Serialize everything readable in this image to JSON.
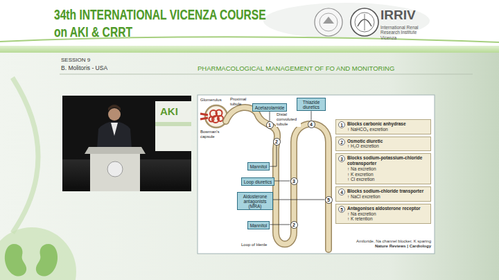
{
  "diagram": {
    "title": "34th INTERNATIONAL VICENZA COURSE",
    "nodes": [
      {
        "text": [
          "Acetazolamide"
        ]
      },
      {
        "text": [
          "Thiazide diuretics"
        ]
      },
      {
        "text": [
          "1"
        ]
      },
      {
        "text": [
          "4"
        ]
      },
      {
        "text": [
          "2"
        ]
      },
      {
        "text": [
          "Mannitol"
        ]
      },
      {
        "text": [
          "Loop diuretics"
        ]
      },
      {
        "text": [
          "3"
        ]
      },
      {
        "text": [
          "Aldosterone antagonists (MRA)"
        ]
      },
      {
        "text": [
          "5"
        ]
      },
      {
        "text": [
          "Mannitol"
        ]
      },
      {
        "text": [
          "2"
        ]
      },
      {
        "text": [
          "1",
          "Blocks carbonic anhydrase",
          "↑ NaHCO₃ excretion"
        ]
      },
      {
        "text": [
          "2",
          "Osmotic diuretic",
          "↑ H₂O excretion"
        ]
      },
      {
        "text": [
          "3",
          "Blocks sodium-potassium-chloride cotransporter",
          "↑ Na excretion",
          "↑ K excretion",
          "↑ Cl excretion"
        ]
      },
      {
        "text": [
          "4",
          "Blocks sodium-chloride transporter",
          "↑ NaCl excretion"
        ]
      },
      {
        "text": [
          "5",
          "Antagonises aldosterone receptor",
          "↑ Na excretion",
          "↑ K retention"
        ]
      }
    ],
    "edges": [
      {
        "from": 0,
        "to": 2,
        "arrow": "none"
      },
      {
        "from": 1,
        "to": 3,
        "arrow": "none"
      },
      {
        "from": 5,
        "to": 4,
        "arrow": "none"
      },
      {
        "from": 6,
        "to": 7,
        "arrow": "none"
      },
      {
        "from": 8,
        "to": 9,
        "arrow": "none"
      },
      {
        "from": 10,
        "to": 11,
        "arrow": "none"
      }
    ],
    "labels": [
      "on AKI & CRRT",
      "IRRIV",
      "International Renal Research Institute Vicenza",
      "SESSION 9",
      "B. Molitoris - USA",
      "PHARMACOLOGICAL MANAGEMENT OF FO AND MONITORING",
      "AKI",
      "Glomerulus",
      "Proximal tubule",
      "Bowman's capsule",
      "Distal convoluted tubule",
      "Loop of Henle",
      "Amiloride, Na channel blocker, K sparing",
      "Nature Reviews | Cardiology"
    ]
  }
}
